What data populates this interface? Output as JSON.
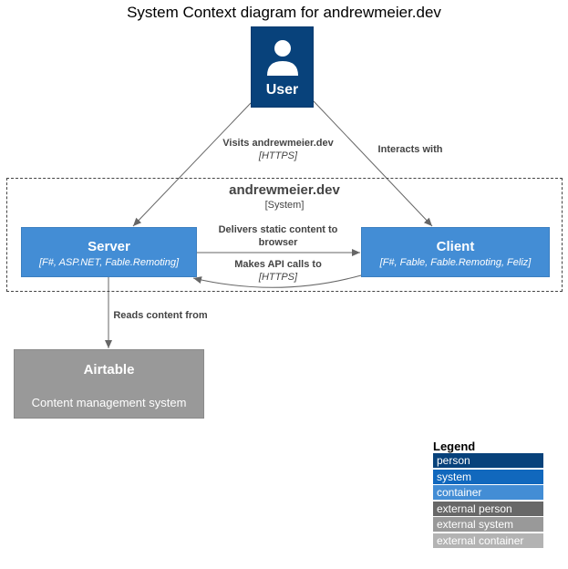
{
  "title": "System Context diagram for andrewmeier.dev",
  "user": {
    "name": "User"
  },
  "boundary": {
    "name": "andrewmeier.dev",
    "tag": "[System]"
  },
  "server": {
    "name": "Server",
    "tech": "[F#, ASP.NET, Fable.Remoting]"
  },
  "client": {
    "name": "Client",
    "tech": "[F#, Fable, Fable.Remoting, Feliz]"
  },
  "airtable": {
    "name": "Airtable",
    "description": "Content management system"
  },
  "relations": {
    "visits": {
      "label": "Visits andrewmeier.dev",
      "protocol": "[HTTPS]"
    },
    "interacts": {
      "label": "Interacts with"
    },
    "delivers": {
      "label_line1": "Delivers static content to",
      "label_line2": "browser"
    },
    "api": {
      "label": "Makes API calls to",
      "protocol": "[HTTPS]"
    },
    "reads": {
      "label": "Reads content from"
    }
  },
  "legend": {
    "title": "Legend",
    "items": [
      {
        "label": "person",
        "color": "#08427b"
      },
      {
        "label": "system",
        "color": "#1168bd"
      },
      {
        "label": "container",
        "color": "#438dd5"
      },
      {
        "label": "external person",
        "color": "#686868"
      },
      {
        "label": "external system",
        "color": "#999999"
      },
      {
        "label": "external container",
        "color": "#b3b3b3"
      }
    ]
  }
}
